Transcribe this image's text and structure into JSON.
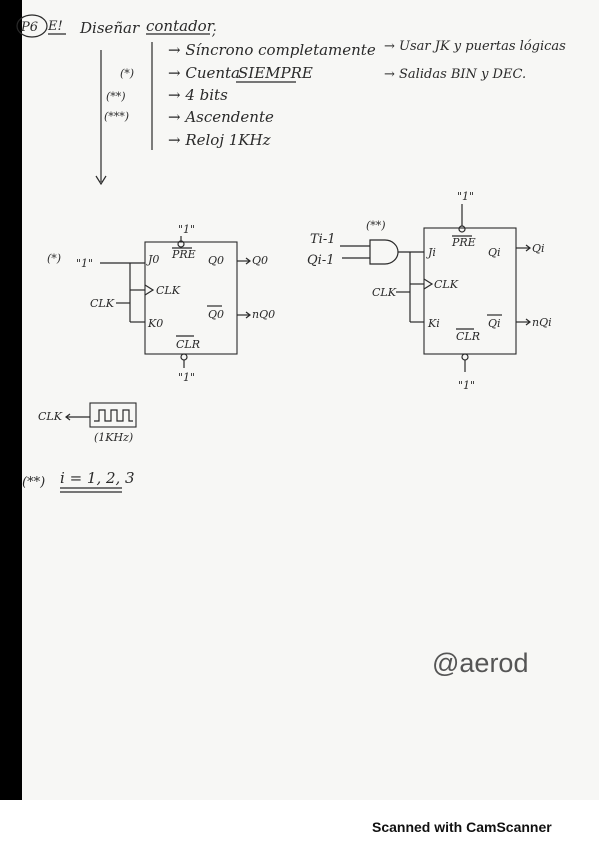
{
  "header": {
    "problem_id": "P6",
    "label": "E!",
    "title_prefix": "Diseñar",
    "title_main": "contador",
    "title_suffix": ";"
  },
  "requirements": [
    {
      "marker": "",
      "text": "→ Síncrono completamente"
    },
    {
      "marker": "(*)",
      "text": "→ Cuenta",
      "emphasis": "SIEMPRE"
    },
    {
      "marker": "(**)",
      "text": "→ 4 bits"
    },
    {
      "marker": "(***)",
      "text": "→ Ascendente"
    },
    {
      "marker": "",
      "text": "→ Reloj 1KHz"
    }
  ],
  "notes": [
    "→ Usar JK y puertas lógicas",
    "→ Salidas BIN y DEC."
  ],
  "ff0": {
    "note_marker": "(*)",
    "j_input_value": "\"1\"",
    "pre_value": "\"1\"",
    "clr_value": "\"1\"",
    "clk_label": "CLK",
    "pin_j": "J0",
    "pin_k": "K0",
    "pin_clk": "CLK",
    "pin_pre": "PRE",
    "pin_clr": "CLR",
    "pin_q": "Q0",
    "pin_qn": "Q0",
    "out_q": "Q0",
    "out_qn": "nQ0"
  },
  "ffi": {
    "gate_label": "(**)",
    "in_t": "Ti-1",
    "in_q": "Qi-1",
    "pre_value": "\"1\"",
    "clr_value": "\"1\"",
    "clk_label": "CLK",
    "pin_j": "Ji",
    "pin_k": "Ki",
    "pin_clk": "CLK",
    "pin_pre": "PRE",
    "pin_clr": "CLR",
    "pin_q": "Qi",
    "pin_qn": "Qi",
    "out_q": "Qi",
    "out_qn": "nQi"
  },
  "clock": {
    "label": "CLK",
    "freq": "(1KHz)"
  },
  "index_note": {
    "marker": "(**)",
    "text": "i = 1, 2, 3"
  },
  "watermark": "@aerod",
  "footer": "Scanned with CamScanner"
}
